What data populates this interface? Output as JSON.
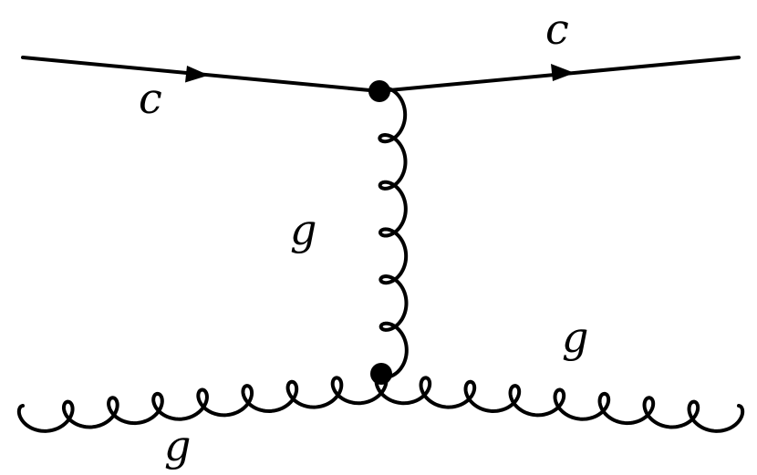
{
  "diagram": {
    "title": "",
    "labels": {
      "incoming_quark": "c",
      "outgoing_quark": "c",
      "exchanged_gluon": "g",
      "incoming_gluon": "g",
      "outgoing_gluon": "g"
    },
    "colors": {
      "line": "#000000",
      "background": "#ffffff"
    },
    "icons": [
      "arrow-icon",
      "vertex-dot-icon"
    ]
  }
}
